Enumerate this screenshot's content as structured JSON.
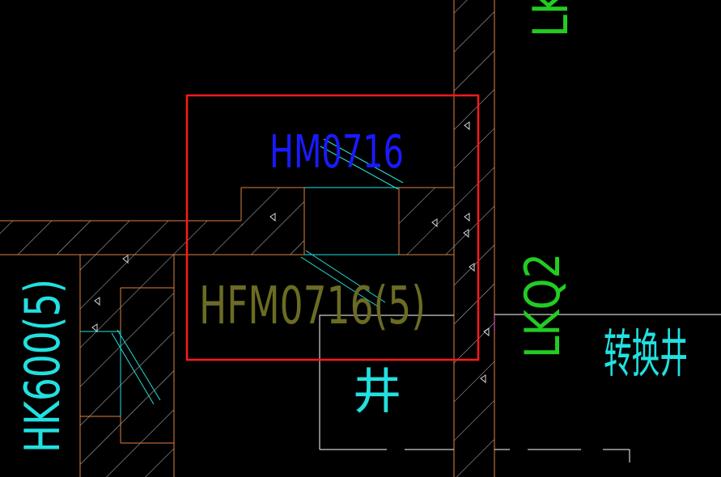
{
  "colors": {
    "background": "#000000",
    "wall": "#e08040",
    "hatch": "#d8d8d8",
    "pink": "#ff66cc",
    "selection": "#ff1a1a",
    "label_blue": "#1a1aff",
    "label_olive": "#6b6b24",
    "label_green": "#22cc22",
    "label_cyan": "#22e0e0",
    "white_line": "#ffffff"
  },
  "labels": {
    "door_upper": "HM0716",
    "door_lower": "HFM0716(5)",
    "wall_code_left": "HK600(5)",
    "wall_code_right": "LKQ2",
    "wall_code_top": "LKQ",
    "shaft_right": "转换井",
    "shaft_center": "井"
  }
}
